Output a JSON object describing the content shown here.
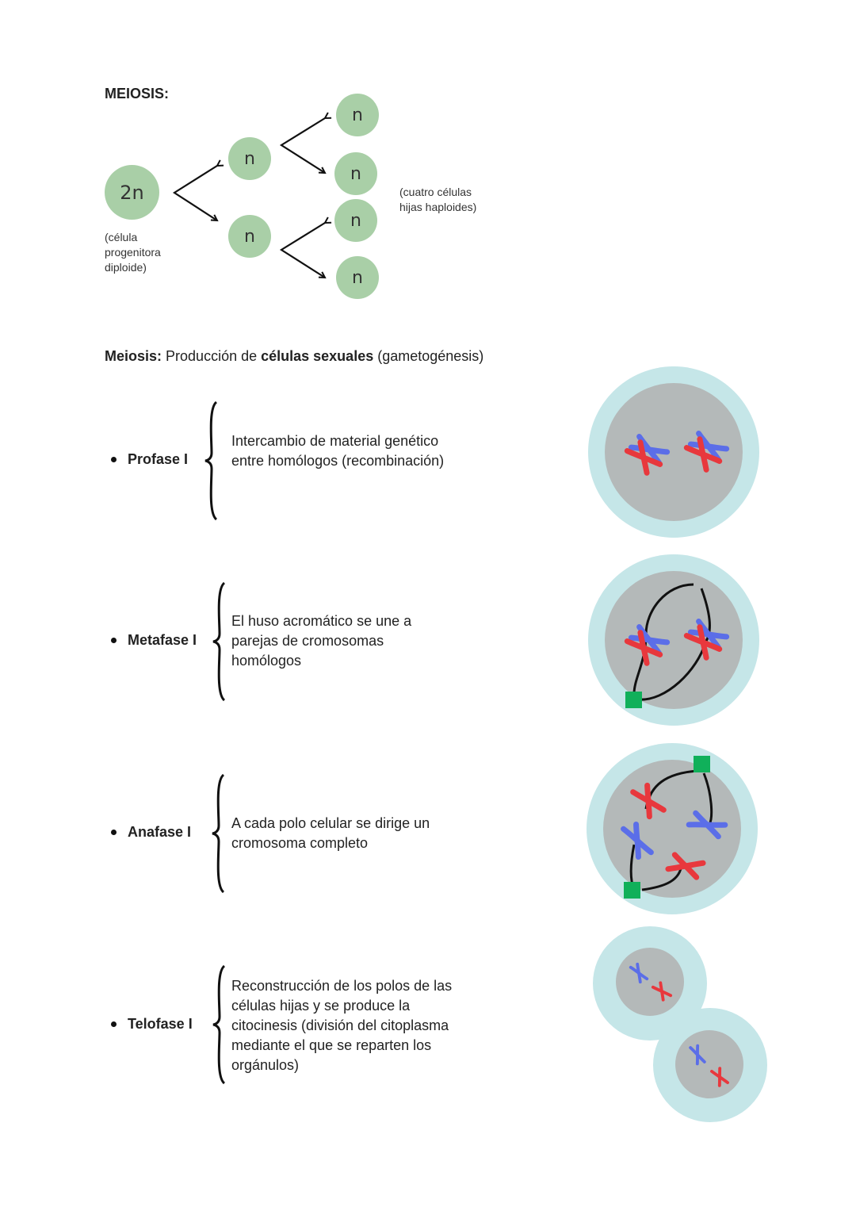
{
  "header": {
    "title": "MEIOSIS:"
  },
  "diagram": {
    "parent_label": "2n",
    "daughter_label": "n",
    "parent_caption": [
      "(célula",
      "progenitora",
      "diploide)"
    ],
    "result_caption": [
      "(cuatro células",
      "hijas haploides)"
    ]
  },
  "definition": {
    "term": "Meiosis:",
    "text1": " Producción de ",
    "bold": "células sexuales",
    "text2": " (gametogénesis)"
  },
  "phases": [
    {
      "name": "Profase I",
      "lines": [
        "Intercambio de material genético",
        "entre homólogos (recombinación)"
      ]
    },
    {
      "name": "Metafase I",
      "lines": [
        "El huso acromático se une a",
        "parejas de cromosomas",
        "homólogos"
      ]
    },
    {
      "name": "Anafase I",
      "lines": [
        "A cada polo celular se dirige un",
        "cromosoma completo"
      ]
    },
    {
      "name": "Telofase I",
      "lines": [
        "Reconstrucción de los polos de las",
        "células hijas y se produce la",
        "citocinesis (división del citoplasma",
        "mediante el que se reparten los",
        "orgánulos)"
      ]
    }
  ],
  "colors": {
    "cell_green": "#a9cfa7",
    "cytoplasm": "#c5e6e8",
    "nucleus": "#b4b9b9",
    "chromosome_blue": "#5b6ee8",
    "chromosome_red": "#e8383d",
    "centrosome": "#10b05a"
  }
}
